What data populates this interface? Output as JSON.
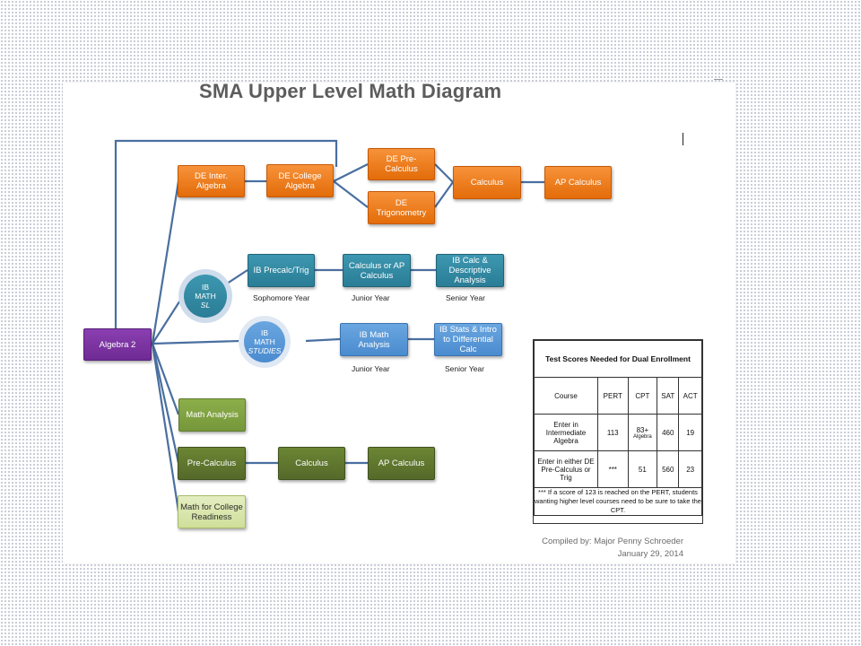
{
  "title": "SMA Upper Level Math Diagram",
  "nodes": {
    "algebra2": "Algebra 2",
    "de_inter_algebra": "DE Inter. Algebra",
    "de_college_algebra": "DE College Algebra",
    "de_precalculus": "DE Pre-Calculus",
    "de_trig": "DE Trigonometry",
    "de_calculus": "Calculus",
    "de_ap_calculus": "AP Calculus",
    "ib_math_sl_line1": "IB",
    "ib_math_sl_line2": "MATH",
    "ib_math_sl_line3": "SL",
    "ib_precalc": "IB Precalc/Trig",
    "ib_calc_ap": "Calculus or AP Calculus",
    "ib_calc_desc": "IB Calc & Descriptive Analysis",
    "ib_math_studies_line1": "IB",
    "ib_math_studies_line2": "MATH",
    "ib_math_studies_line3": "STUDIES",
    "ib_math_analysis": "IB Math Analysis",
    "ib_stats": "IB Stats & Intro to Differential Calc",
    "math_analysis": "Math Analysis",
    "precalculus": "Pre-Calculus",
    "calculus": "Calculus",
    "ap_calculus": "AP Calculus",
    "math_college_readiness": "Math for College Readiness"
  },
  "captions": {
    "sophomore": "Sophomore Year",
    "junior1": "Junior Year",
    "senior1": "Senior Year",
    "junior2": "Junior Year",
    "senior2": "Senior Year"
  },
  "scores_table": {
    "title": "Test Scores Needed for Dual Enrollment",
    "headers": [
      "Course",
      "PERT",
      "CPT",
      "SAT",
      "ACT"
    ],
    "rows": [
      {
        "course": "Enter in Intermediate Algebra",
        "pert": "113",
        "cpt": "83+",
        "cpt_note": "Algebra",
        "sat": "460",
        "act": "19"
      },
      {
        "course": "Enter in either DE Pre-Calculus or Trig",
        "pert": "***",
        "cpt": "51",
        "cpt_note": "",
        "sat": "560",
        "act": "23"
      }
    ],
    "note": "*** If a score of 123 is reached on the PERT, students wanting higher level courses need to be sure to take the CPT."
  },
  "compiled_by": "Compiled by: Major Penny Schroeder",
  "compiled_date": "January 29, 2014",
  "colors": {
    "connector": "#4a6fa0",
    "orange": "#e36c09",
    "teal": "#2a7d96",
    "blue": "#4a8bcf",
    "purple": "#6f2a94",
    "green": "#76973a",
    "dark_green": "#55692a",
    "light_green": "#cfdf9a"
  }
}
